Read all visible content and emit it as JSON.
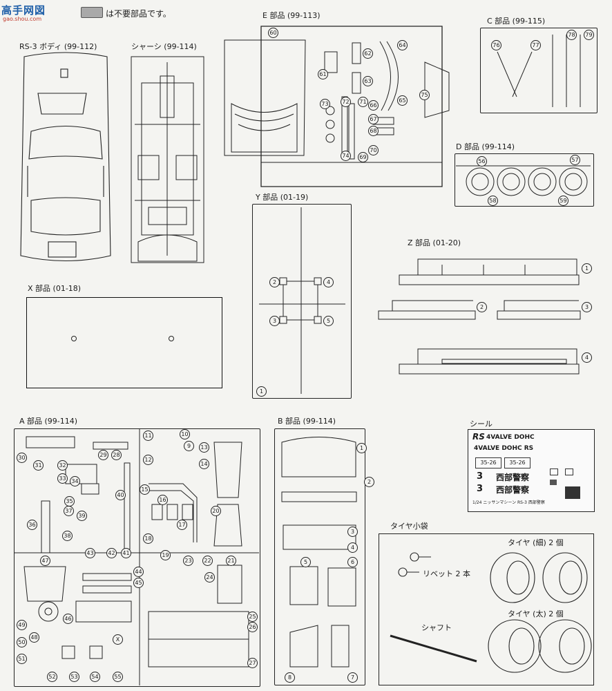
{
  "logo": {
    "text": "高手网図",
    "url": "gao.shou.com"
  },
  "legend": {
    "text": "は不要部品です。"
  },
  "headers": {
    "body": "RS-3 ボディ (99-112)",
    "chassis": "シャーシ (99-114)",
    "e": "E 部品 (99-113)",
    "c": "C 部品 (99-115)",
    "d": "D 部品 (99-114)",
    "y": "Y 部品 (01-19)",
    "z": "Z 部品 (01-20)",
    "x": "X 部品 (01-18)",
    "a": "A 部品 (99-114)",
    "b": "B 部品 (99-114)",
    "seal": "シール",
    "tire_bag": "タイヤ小袋"
  },
  "tire_bag": {
    "rivet": "リベット 2 本",
    "thin": "タイヤ (細) 2 個",
    "thick": "タイヤ (太) 2 個",
    "shaft": "シャフト"
  },
  "seal": {
    "rs": "RS",
    "dohc1": "4VALVE DOHC",
    "dohc2": "4VALVE DOHC RS",
    "plate": "35-26",
    "num": "3",
    "police": "西部警察",
    "caption": "1/24 ニッサンマシーン RS-3 西部警察"
  },
  "numbers": {
    "e": [
      "60",
      "61",
      "62",
      "63",
      "64",
      "65",
      "66",
      "67",
      "68",
      "69",
      "70",
      "71",
      "72",
      "73",
      "74",
      "75"
    ],
    "c": [
      "76",
      "77",
      "78",
      "79"
    ],
    "d": [
      "56",
      "57",
      "58",
      "59"
    ],
    "y": [
      "2",
      "3",
      "4",
      "5",
      "1"
    ],
    "z": [
      "1",
      "2",
      "3",
      "4"
    ],
    "a": [
      "30",
      "31",
      "32",
      "29",
      "28",
      "33",
      "34",
      "35",
      "37",
      "39",
      "36",
      "38",
      "40",
      "43",
      "42",
      "41",
      "47",
      "46",
      "49",
      "48",
      "50",
      "51",
      "52",
      "53",
      "54",
      "55",
      "11",
      "12",
      "10",
      "9",
      "13",
      "14",
      "15",
      "16",
      "17",
      "18",
      "19",
      "20",
      "21",
      "22",
      "23",
      "24",
      "25",
      "26",
      "27",
      "44",
      "45",
      "X"
    ],
    "b": [
      "1",
      "2",
      "3",
      "4",
      "5",
      "6",
      "7",
      "8"
    ]
  }
}
